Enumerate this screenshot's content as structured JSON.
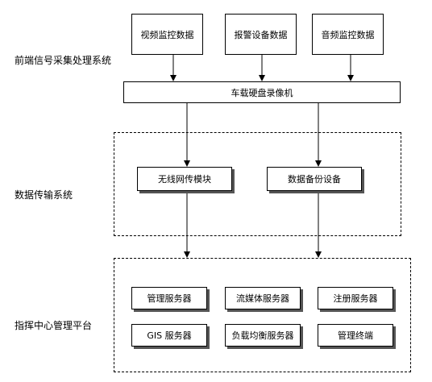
{
  "sections": {
    "frontend": "前端信号采集处理系统",
    "transmission": "数据传输系统",
    "platform": "指挥中心管理平台"
  },
  "sources": {
    "video": "视频监控数据",
    "alarm": "报警设备数据",
    "audio": "音频监控数据"
  },
  "recorder": "车载硬盘录像机",
  "transmission_boxes": {
    "wireless": "无线网传模块",
    "backup": "数据备份设备"
  },
  "platform_boxes": {
    "management_server": "管理服务器",
    "streaming_server": "流媒体服务器",
    "registration_server": "注册服务器",
    "gis_server": "GIS 服务器",
    "load_balancing_server": "负载均衡服务器",
    "management_terminal": "管理终端"
  }
}
